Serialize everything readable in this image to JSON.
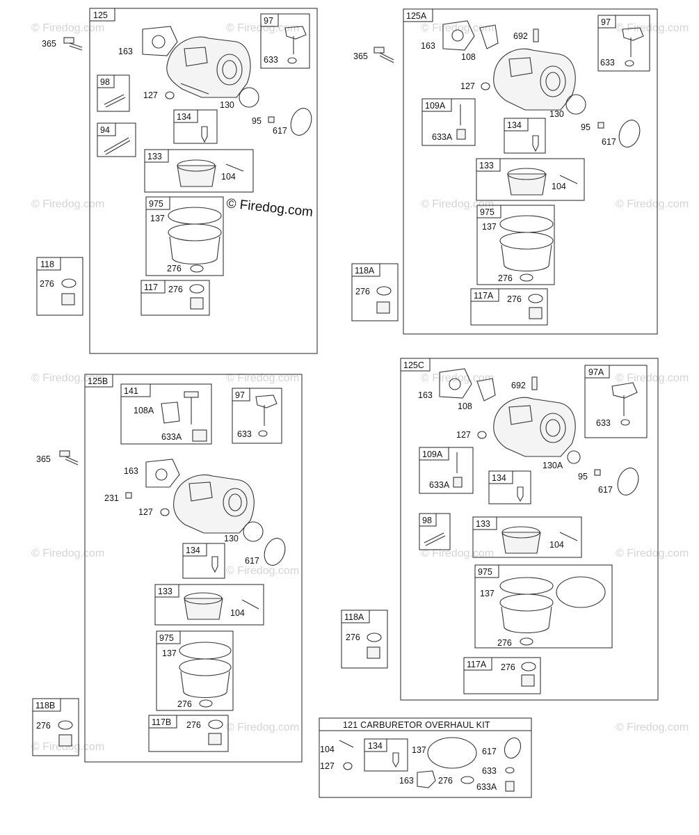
{
  "watermark": {
    "text": "© Firedog.com",
    "main_text": "© Firedog.com"
  },
  "panels": [
    {
      "id": "125",
      "labels": [
        "365",
        "163",
        "97",
        "633",
        "98",
        "127",
        "130",
        "134",
        "95",
        "617",
        "94",
        "133",
        "104",
        "975",
        "137",
        "276",
        "118",
        "276",
        "117",
        "276"
      ]
    },
    {
      "id": "125A",
      "labels": [
        "365",
        "163",
        "108",
        "692",
        "97",
        "633",
        "127",
        "109A",
        "633A",
        "130",
        "134",
        "95",
        "617",
        "133",
        "104",
        "975",
        "137",
        "276",
        "118A",
        "276",
        "117A",
        "276"
      ]
    },
    {
      "id": "125B",
      "labels": [
        "141",
        "108A",
        "633A",
        "97",
        "633",
        "365",
        "163",
        "231",
        "127",
        "130",
        "134",
        "617",
        "133",
        "104",
        "975",
        "137",
        "276",
        "118B",
        "276",
        "117B",
        "276"
      ]
    },
    {
      "id": "125C",
      "labels": [
        "163",
        "108",
        "692",
        "97A",
        "633",
        "127",
        "109A",
        "633A",
        "130A",
        "95",
        "134",
        "617",
        "98",
        "133",
        "104",
        "975",
        "137",
        "276",
        "118A",
        "276",
        "117A",
        "276"
      ]
    }
  ],
  "kit": {
    "title": "121 CARBURETOR OVERHAUL KIT",
    "labels": [
      "104",
      "134",
      "137",
      "617",
      "127",
      "633",
      "163",
      "276",
      "633A"
    ]
  }
}
